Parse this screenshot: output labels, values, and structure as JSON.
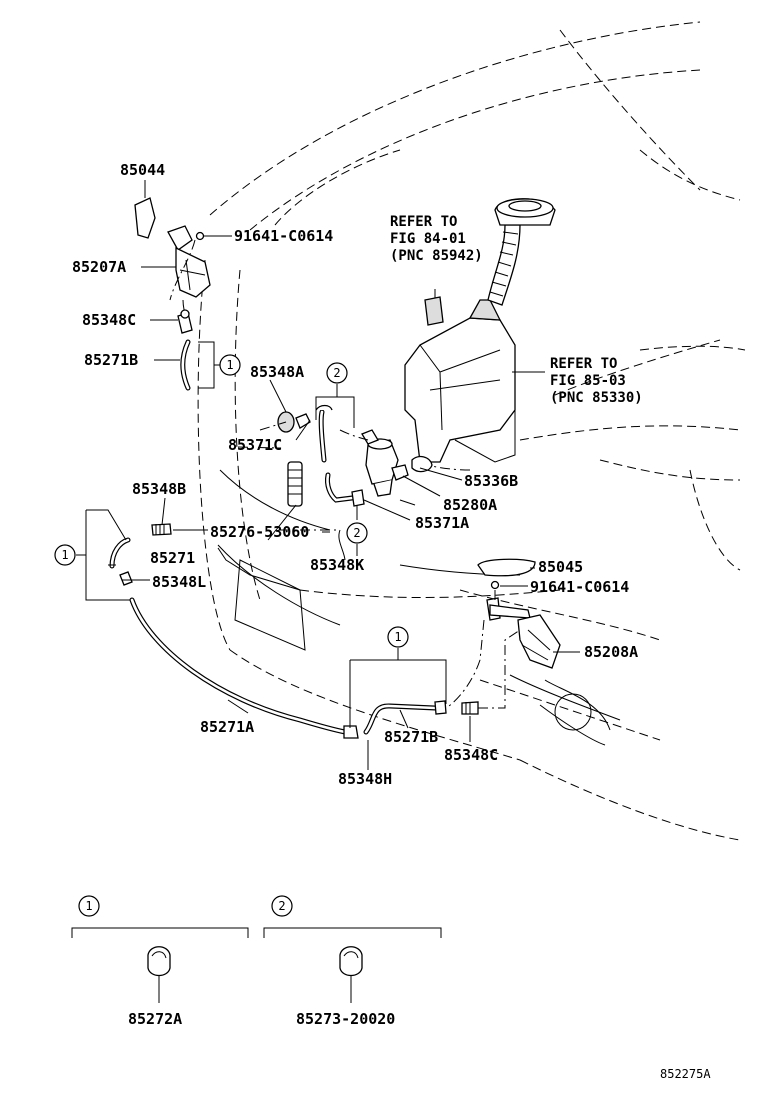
{
  "labels": {
    "p85044": "85044",
    "p91641_a": "91641-C0614",
    "p85207A": "85207A",
    "p85348C_a": "85348C",
    "p85271B_a": "85271B",
    "p85348A": "85348A",
    "p85371C": "85371C",
    "p85348B": "85348B",
    "p85276": "85276-53060",
    "p85271": "85271",
    "p85348L": "85348L",
    "p85348K": "85348K",
    "p85371A": "85371A",
    "p85280A": "85280A",
    "p85336B": "85336B",
    "p85045": "85045",
    "p91641_b": "91641-C0614",
    "p85208A": "85208A",
    "p85271A": "85271A",
    "p85271B_b": "85271B",
    "p85348C_b": "85348C",
    "p85348H": "85348H",
    "p85272A": "85272A",
    "p85273": "85273-20020"
  },
  "refs": {
    "ref1_line1": "REFER TO",
    "ref1_line2": "FIG 84-01",
    "ref1_line3": "(PNC 85942)",
    "ref2_line1": "REFER TO",
    "ref2_line2": "FIG 85-03",
    "ref2_line3": "(PNC 85330)"
  },
  "callouts": {
    "one": "1",
    "two": "2"
  },
  "legend": {
    "key1": "1",
    "key2": "2"
  },
  "illustration_code": "852275A"
}
